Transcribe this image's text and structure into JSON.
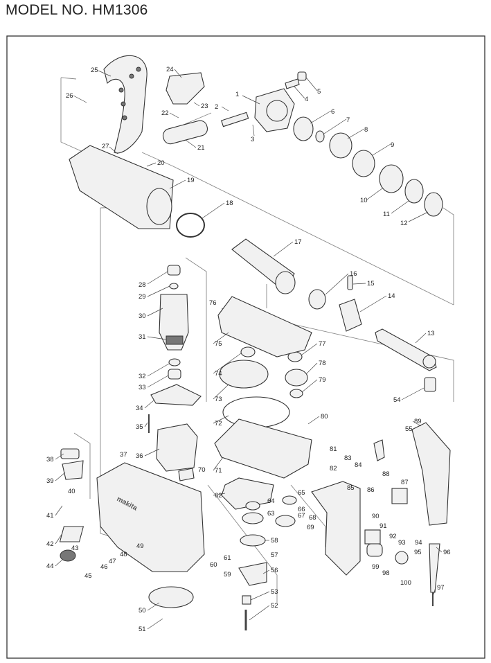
{
  "title": "MODEL NO. HM1306",
  "housing_logo": "makita",
  "callouts": [
    "1",
    "2",
    "3",
    "4",
    "5",
    "6",
    "7",
    "8",
    "9",
    "10",
    "11",
    "12",
    "13",
    "14",
    "15",
    "16",
    "17",
    "18",
    "19",
    "20",
    "21",
    "22",
    "23",
    "24",
    "25",
    "26",
    "27",
    "28",
    "29",
    "30",
    "31",
    "32",
    "33",
    "34",
    "35",
    "36",
    "37",
    "38",
    "39",
    "40",
    "41",
    "42",
    "43",
    "44",
    "45",
    "46",
    "47",
    "48",
    "49",
    "50",
    "51",
    "52",
    "53",
    "54",
    "55",
    "56",
    "57",
    "58",
    "59",
    "60",
    "61",
    "62",
    "63",
    "64",
    "65",
    "66",
    "67",
    "68",
    "69",
    "70",
    "71",
    "72",
    "73",
    "74",
    "75",
    "76",
    "77",
    "78",
    "79",
    "80",
    "81",
    "82",
    "83",
    "84",
    "85",
    "86",
    "87",
    "88",
    "89",
    "90",
    "91",
    "92",
    "93",
    "94",
    "95",
    "96",
    "97",
    "98",
    "99",
    "100"
  ]
}
